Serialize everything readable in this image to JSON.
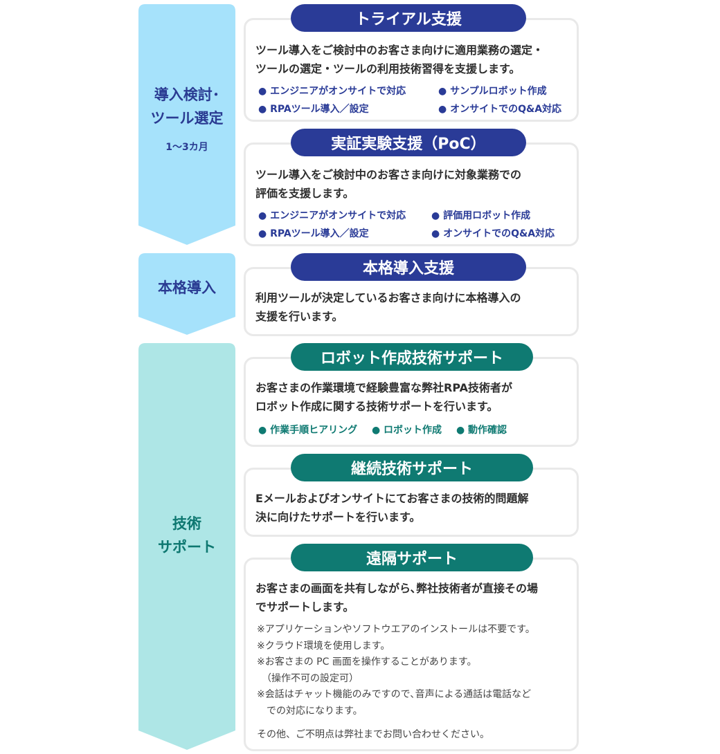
{
  "stages": {
    "trial": {
      "title": "導入検討･\nツール選定",
      "period": "1～3カ月"
    },
    "full": {
      "title": "本格導入"
    },
    "support": {
      "title": "技術\nサポート"
    }
  },
  "cards": {
    "trial": {
      "title": "トライアル支援",
      "description": "ツール導入をご検討中のお客さま向けに適用業務の選定・\nツールの選定・ツールの利用技術習得を支援します。",
      "bullets": [
        "● エンジニアがオンサイトで対応",
        "● サンプルロボット作成",
        "● RPAツール導入／設定",
        "● オンサイトでのQ&A対応"
      ]
    },
    "poc": {
      "title": "実証実験支援（PoC）",
      "description": "ツール導入をご検討中のお客さま向けに対象業務での\n評価を支援します。",
      "bullets": [
        "● エンジニアがオンサイトで対応",
        "● 評価用ロボット作成",
        "●  RPAツール導入／設定",
        "● オンサイトでのQ&A対応"
      ]
    },
    "full": {
      "title": "本格導入支援",
      "description": "利用ツールが決定しているお客さま向けに本格導入の\n支援を行います。"
    },
    "robot": {
      "title": "ロボット作成技術サポート",
      "description": "お客さまの作業環境で経験豊富な弊社RPA技術者が\nロボット作成に関する技術サポートを行います。",
      "bullets": [
        "● 作業手順ヒアリング",
        "● ロボット作成",
        "● 動作確認"
      ]
    },
    "continuous": {
      "title": "継続技術サポート",
      "description": "Eメールおよびオンサイトにてお客さまの技術的問題解\n決に向けたサポートを行います。"
    },
    "remote": {
      "title": "遠隔サポート",
      "description": "お客さまの画面を共有しながら､弊社技術者が直接その場\nでサポートします。",
      "notes": "※アプリケーションやソフトウエアのインストールは不要です。\n※クラウド環境を使用します。\n※お客さまの PC 画面を操作することがあります。\n　（操作不可の設定可）\n※会話はチャット機能のみですので､音声による通話は電話など\n　での対応になります。",
      "footer": "その他、ご不明点は弊社までお問い合わせください。"
    }
  },
  "colors": {
    "navy": "#2a3b97",
    "teal": "#0f7a72",
    "light_blue": "#a6e2fb",
    "light_teal": "#aee6e6",
    "card_border": "#e9e9e9"
  }
}
